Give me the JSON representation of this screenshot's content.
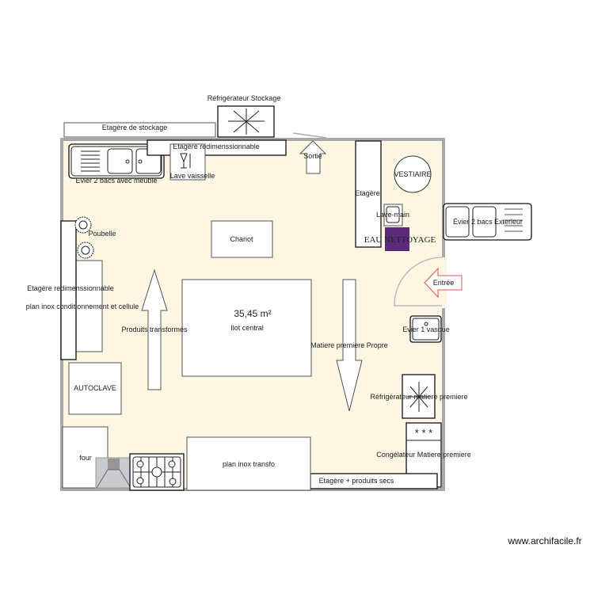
{
  "plan": {
    "area": "35,45 m²",
    "labels": {
      "refrigerateur_stockage": "Réfrigérateur Stockage",
      "etagere_stockage": "Etagère de stockage",
      "etagere_redim_top": "Etagère redimenssionnable",
      "evier_2_bacs": "Evier 2 bacs avec meuble",
      "lave_vaisselle": "Lave vaisselle",
      "sortie": "Sortie",
      "etagere_right": "Etagère",
      "vestiaire": "VESTIAIRE",
      "lave_main": "Lave-main",
      "eau_nettoyage": "EAU NETTOYAGE",
      "evier_exterieur": "Évier 2 bacs Exterieur",
      "entree": "Entrée",
      "poubelle": "Poubelle",
      "chariot": "Chariot",
      "etagere_redim_left": "Etagère redimenssionnable",
      "plan_inox_cond": "plan inox conditionnement et cellule",
      "produits_transformes": "Produits transformés",
      "ilot_central": "Ilot central",
      "matiere_premiere_propre": "Matiere premiere Propre",
      "evier_1_vasque": "Evier 1 vasque",
      "autoclave": "AUTOCLAVE",
      "refrigerateur_mp": "Réfrigérateur matiere premiere",
      "congelateur_mp": "Congélateur Matiere premiere",
      "four": "four",
      "plan_inox_transfo": "plan inox transfo",
      "etagere_produits_secs": "Etagère + produits secs"
    },
    "colors": {
      "floor": "#fcf6e2",
      "wall": "#a8a8a8",
      "eau_nettoyage": "#5b2a78",
      "entree_arrow": "#e05050"
    }
  },
  "watermark": "www.archifacile.fr"
}
